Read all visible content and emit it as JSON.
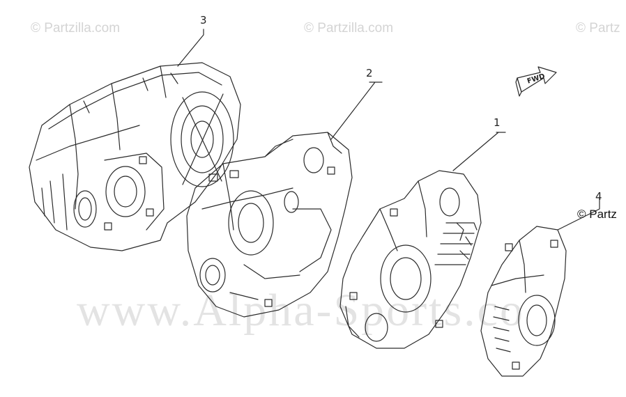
{
  "watermarks": {
    "top_left": "© Partzilla.com",
    "top_center": "© Partzilla.com",
    "top_right": "© Partz",
    "center_large": "www.Alpha-Sports.co",
    "side_mark": "© Partz"
  },
  "callouts": [
    "3",
    "2",
    "1",
    "4"
  ],
  "direction_tag": "FWD",
  "colors": {
    "line": "#2a2a2a",
    "watermark": "#d4d4d4",
    "background": "#ffffff"
  }
}
